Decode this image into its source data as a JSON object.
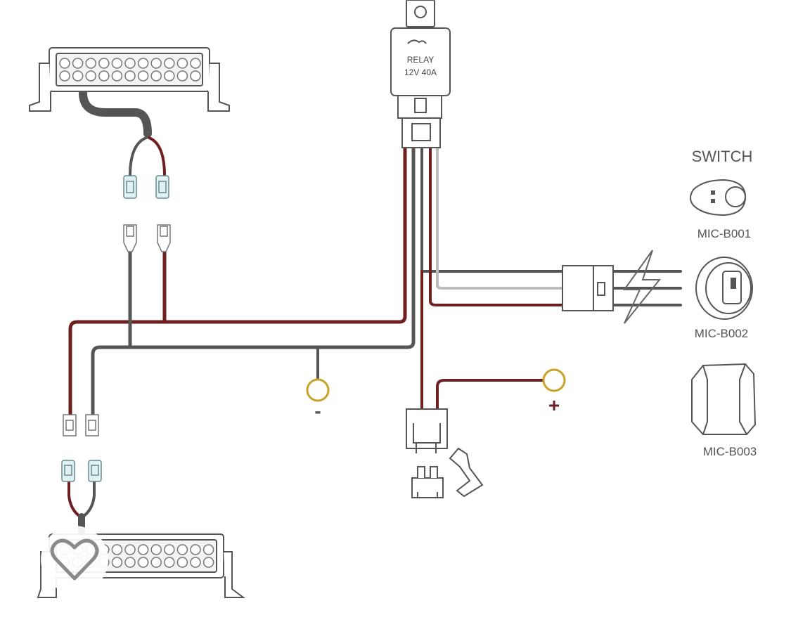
{
  "relay": {
    "line1": "RELAY",
    "line2": "12V 40A"
  },
  "switch": {
    "title": "SWITCH",
    "models": [
      "MIC-B001",
      "MIC-B002",
      "MIC-B003"
    ]
  },
  "terminals": {
    "negative": "-",
    "positive": "+"
  },
  "colors": {
    "red_wire": "#6e1f1f",
    "black_wire": "#555555",
    "white_wire": "#bdbdbd",
    "terminal_ring": "#c9a227",
    "connector_fill": "#dff1f3"
  },
  "icons": {
    "favorite": "heart-icon"
  }
}
